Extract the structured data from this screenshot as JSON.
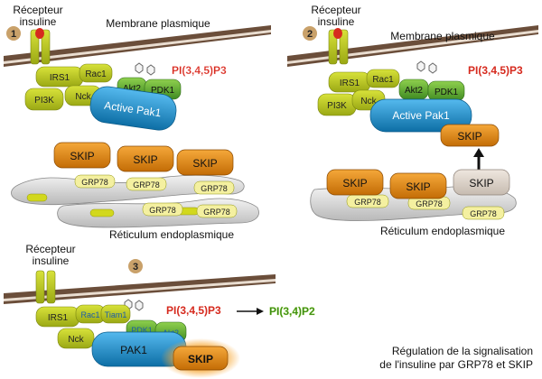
{
  "panel1": {
    "number": "1",
    "receptor_line1": "Récepteur",
    "receptor_line2": "insuline",
    "membrane": "Membrane plasmique",
    "pip3": "PI(3,4,5)P3",
    "irs1": "IRS1",
    "rac1": "Rac1",
    "akt2": "Akt2",
    "pdk1": "PDK1",
    "pi3k": "PI3K",
    "nck": "Nck",
    "pak": "Active Pak1",
    "skip1": "SKIP",
    "skip2": "SKIP",
    "skip3": "SKIP",
    "grp1": "GRP78",
    "grp2": "GRP78",
    "grp3": "GRP78",
    "grp4": "GRP78",
    "grp5": "GRP78",
    "er": "Réticulum endoplasmique"
  },
  "panel2": {
    "number": "2",
    "receptor_line1": "Récepteur",
    "receptor_line2": "insuline",
    "membrane": "Membrane plasmique",
    "pip3": "PI(3,4,5)P3",
    "irs1": "IRS1",
    "rac1": "Rac1",
    "akt2": "Akt2",
    "pdk1": "PDK1",
    "pi3k": "PI3K",
    "nck": "Nck",
    "pak": "Active Pak1",
    "skip_moving": "SKIP",
    "skip_released": "SKIP",
    "skip1": "SKIP",
    "skip2": "SKIP",
    "grp1": "GRP78",
    "grp2": "GRP78",
    "grp3": "GRP78",
    "er": "Réticulum endoplasmique"
  },
  "panel3": {
    "number": "3",
    "receptor_line1": "Récepteur",
    "receptor_line2": "insuline",
    "pip3": "PI(3,4,5)P3",
    "pip2": "PI(3,4)P2",
    "irs1": "IRS1",
    "rac1": "Rac1",
    "tiam1": "Tiam1",
    "pdk1": "PDK1",
    "akt2": "Akt2",
    "nck": "Nck",
    "pak": "PAK1",
    "skip": "SKIP"
  },
  "caption": {
    "line1": "Régulation de la signalisation",
    "line2": "de l'insuline par GRP78 et SKIP"
  },
  "colors": {
    "membrane": "#6b4e3a",
    "membrane_light": "#e9ddd0",
    "yellowgreen": "#b5c21b",
    "green": "#5aa52c",
    "blue": "#1d8ec9",
    "orange": "#e0860f",
    "er_grey": "#d6d6d6",
    "pip3_red": "#e02a2a",
    "pip2_green": "#9bd64a",
    "number_badge": "#c9a16a"
  }
}
